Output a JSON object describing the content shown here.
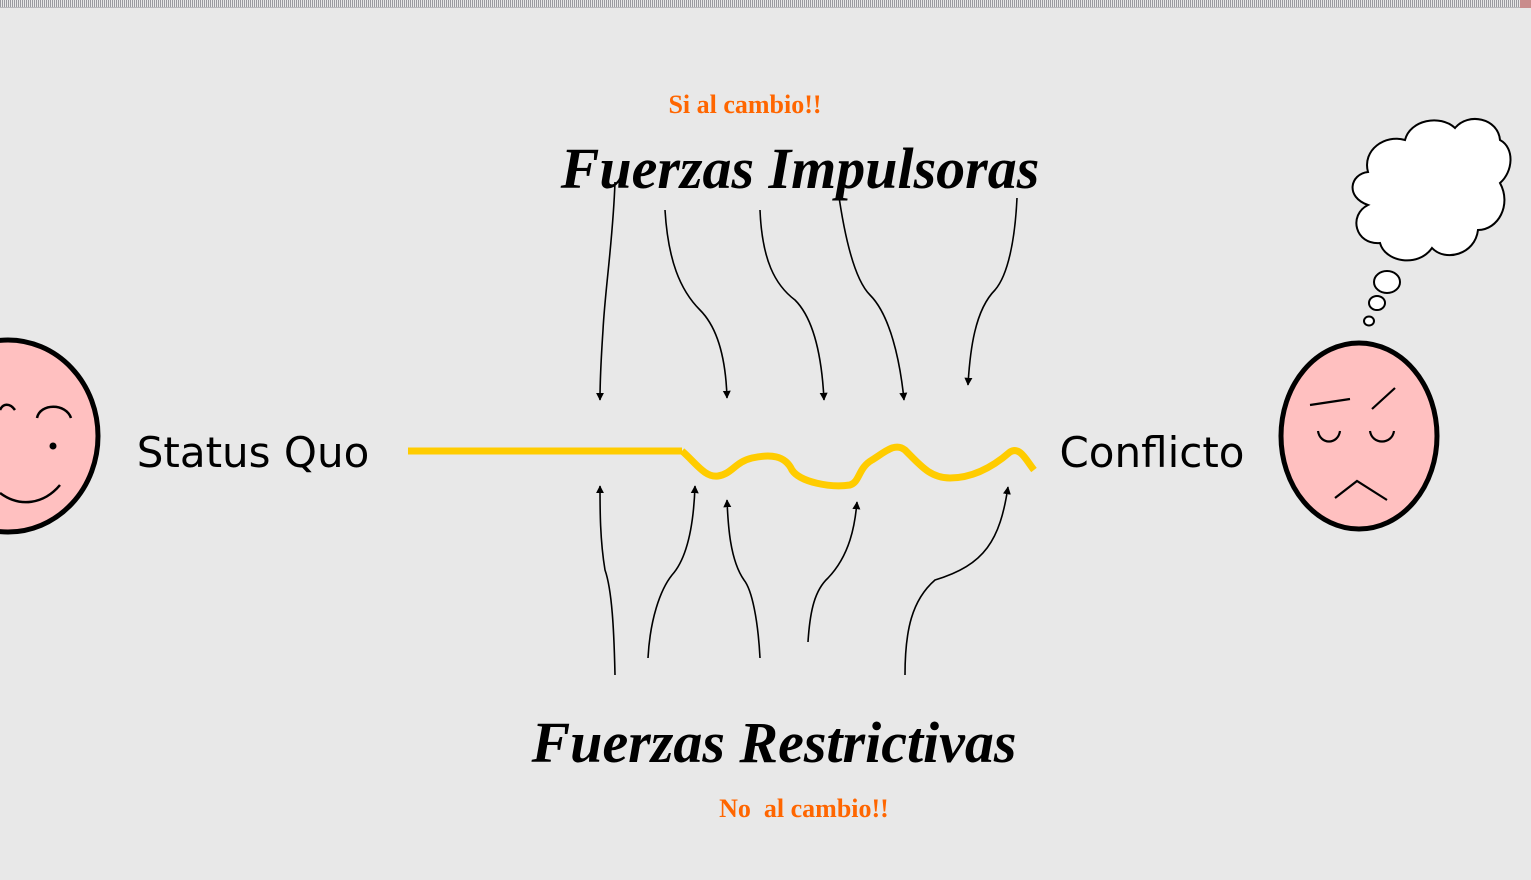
{
  "slide": {
    "top_label": "Si al cambio!!",
    "top_title": "Fuerzas Impulsoras",
    "bottom_title": "Fuerzas Restrictivas",
    "bottom_label": "No  al cambio!!",
    "left_label": "Status Quo",
    "right_label": "Conflicto"
  },
  "colors": {
    "background": "#e8e8e8",
    "accent_orange": "#ff6600",
    "line_yellow": "#ffcc00",
    "face_pink": "#ffc0c0",
    "ink": "#000000"
  },
  "icons": {
    "left_face": "happy-face-icon",
    "right_face": "angry-face-icon",
    "thought": "thought-bubble-icon"
  }
}
